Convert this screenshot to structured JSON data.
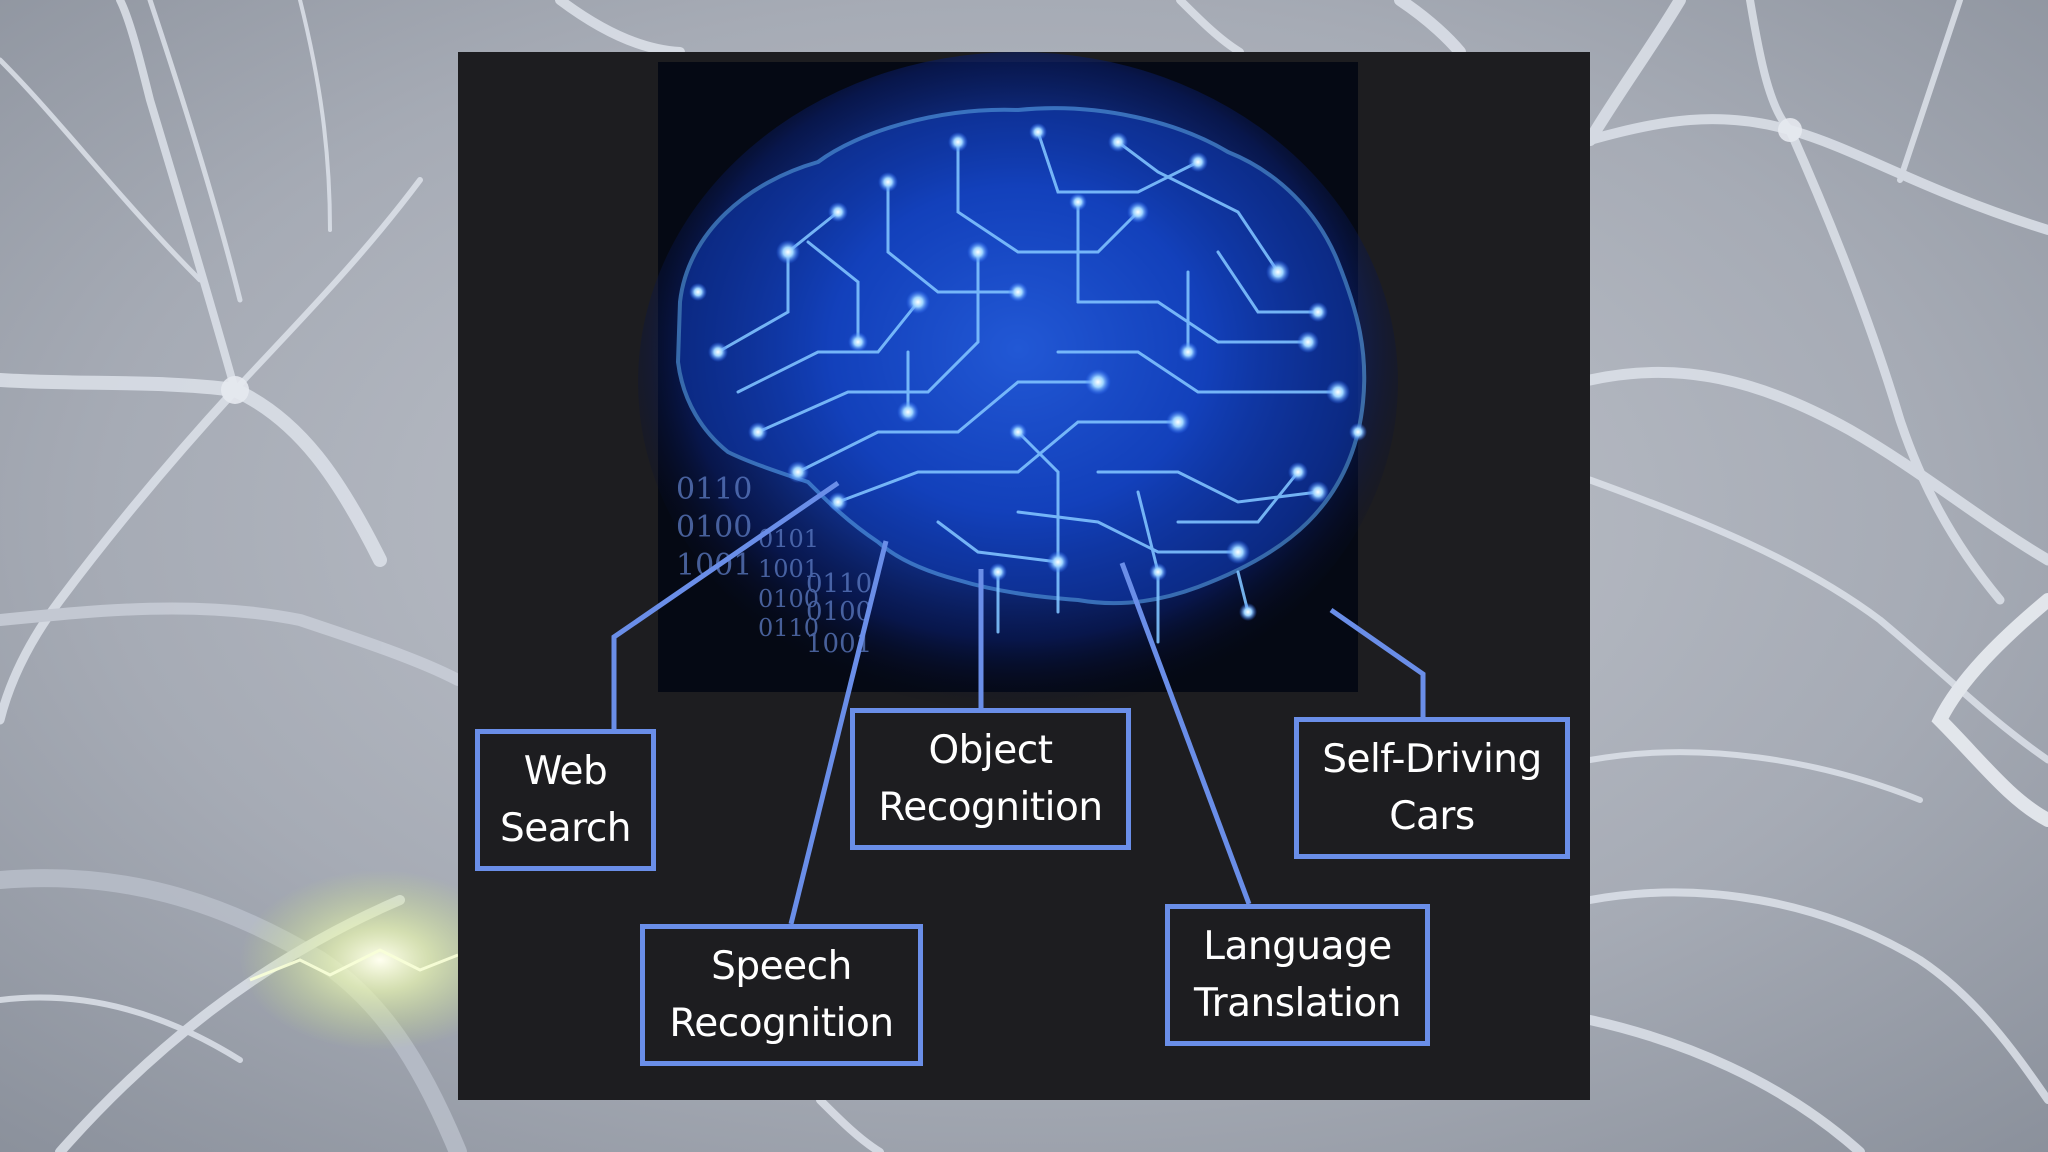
{
  "colors": {
    "background": "#a3a8b2",
    "panel": "#1d1d20",
    "connector": "#6a8ee8",
    "box_border": "#6a8ee8",
    "brain_glow": "#2a6cff",
    "circuit": "#7fc2ff",
    "label_text": "#ffffff"
  },
  "icons": [
    "circuit-brain-icon",
    "neuron-background"
  ],
  "binary_text": [
    "0110",
    "0100",
    "1001",
    "0101",
    "1001",
    "0110",
    "0100",
    "0110",
    "0100",
    "1001"
  ],
  "labels": {
    "web_search": "Web\nSearch",
    "speech_recognition": "Speech\nRecognition",
    "object_recognition": "Object\nRecognition",
    "language_translation": "Language\nTranslation",
    "self_driving_cars": "Self-Driving\nCars"
  }
}
